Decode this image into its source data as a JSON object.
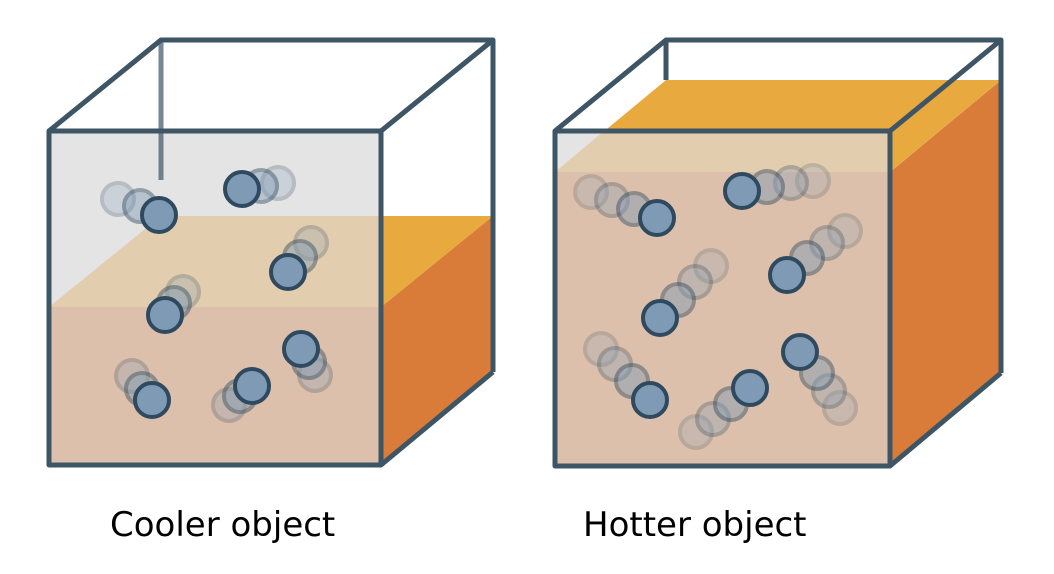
{
  "objects": [
    {
      "caption": "Cooler object",
      "fill_level": 0.52
    },
    {
      "caption": "Hotter object",
      "fill_level": 0.9
    }
  ],
  "colors": {
    "outline": "#3e5566",
    "glass_front": "#e4e4e4",
    "liquid_front": "#dcc0ac",
    "liquid_top": "#e8a93e",
    "liquid_side": "#d97c3a",
    "particle_fill": "#7f9ab5",
    "particle_stroke": "#2f4a5e"
  }
}
